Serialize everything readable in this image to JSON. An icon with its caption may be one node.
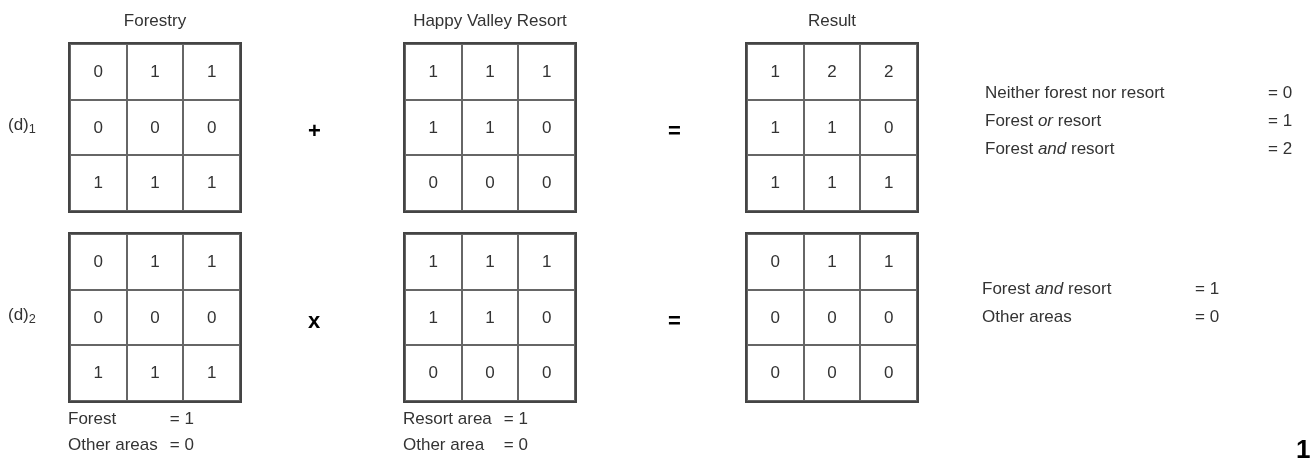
{
  "diagram": {
    "nodes": [
      {
        "text": [
          "0",
          "1",
          "1",
          "0",
          "0",
          "0",
          "1",
          "1",
          "1"
        ],
        "beside": [
          "Forestry"
        ]
      },
      {
        "text": [
          "1",
          "1",
          "1",
          "1",
          "1",
          "0",
          "0",
          "0",
          "0"
        ],
        "beside": [
          "Happy Valley Resort"
        ]
      },
      {
        "text": [
          "1",
          "2",
          "2",
          "1",
          "1",
          "0",
          "1",
          "1",
          "1"
        ],
        "beside": [
          "Result"
        ]
      },
      {
        "text": [
          "0",
          "1",
          "1",
          "0",
          "0",
          "0",
          "1",
          "1",
          "1"
        ],
        "beside": [
          "Forest",
          "= 1",
          "Other areas",
          "= 0"
        ]
      },
      {
        "text": [
          "1",
          "1",
          "1",
          "1",
          "1",
          "0",
          "0",
          "0",
          "0"
        ],
        "beside": [
          "Resort area",
          "= 1",
          "Other area",
          "= 0"
        ]
      },
      {
        "text": [
          "0",
          "1",
          "1",
          "0",
          "0",
          "0",
          "0",
          "0",
          "0"
        ]
      }
    ],
    "labels": [
      "(d)$_{1}$",
      "+",
      "=",
      "Neither forest nor resort",
      "= 0",
      "Forest *or* resort",
      "= 1",
      "Forest *and* resort",
      "= 2",
      "(d)$_{2}$",
      "x",
      "=",
      "Forest *and* resort",
      "= 1",
      "Other areas",
      "= 0",
      "1"
    ]
  }
}
